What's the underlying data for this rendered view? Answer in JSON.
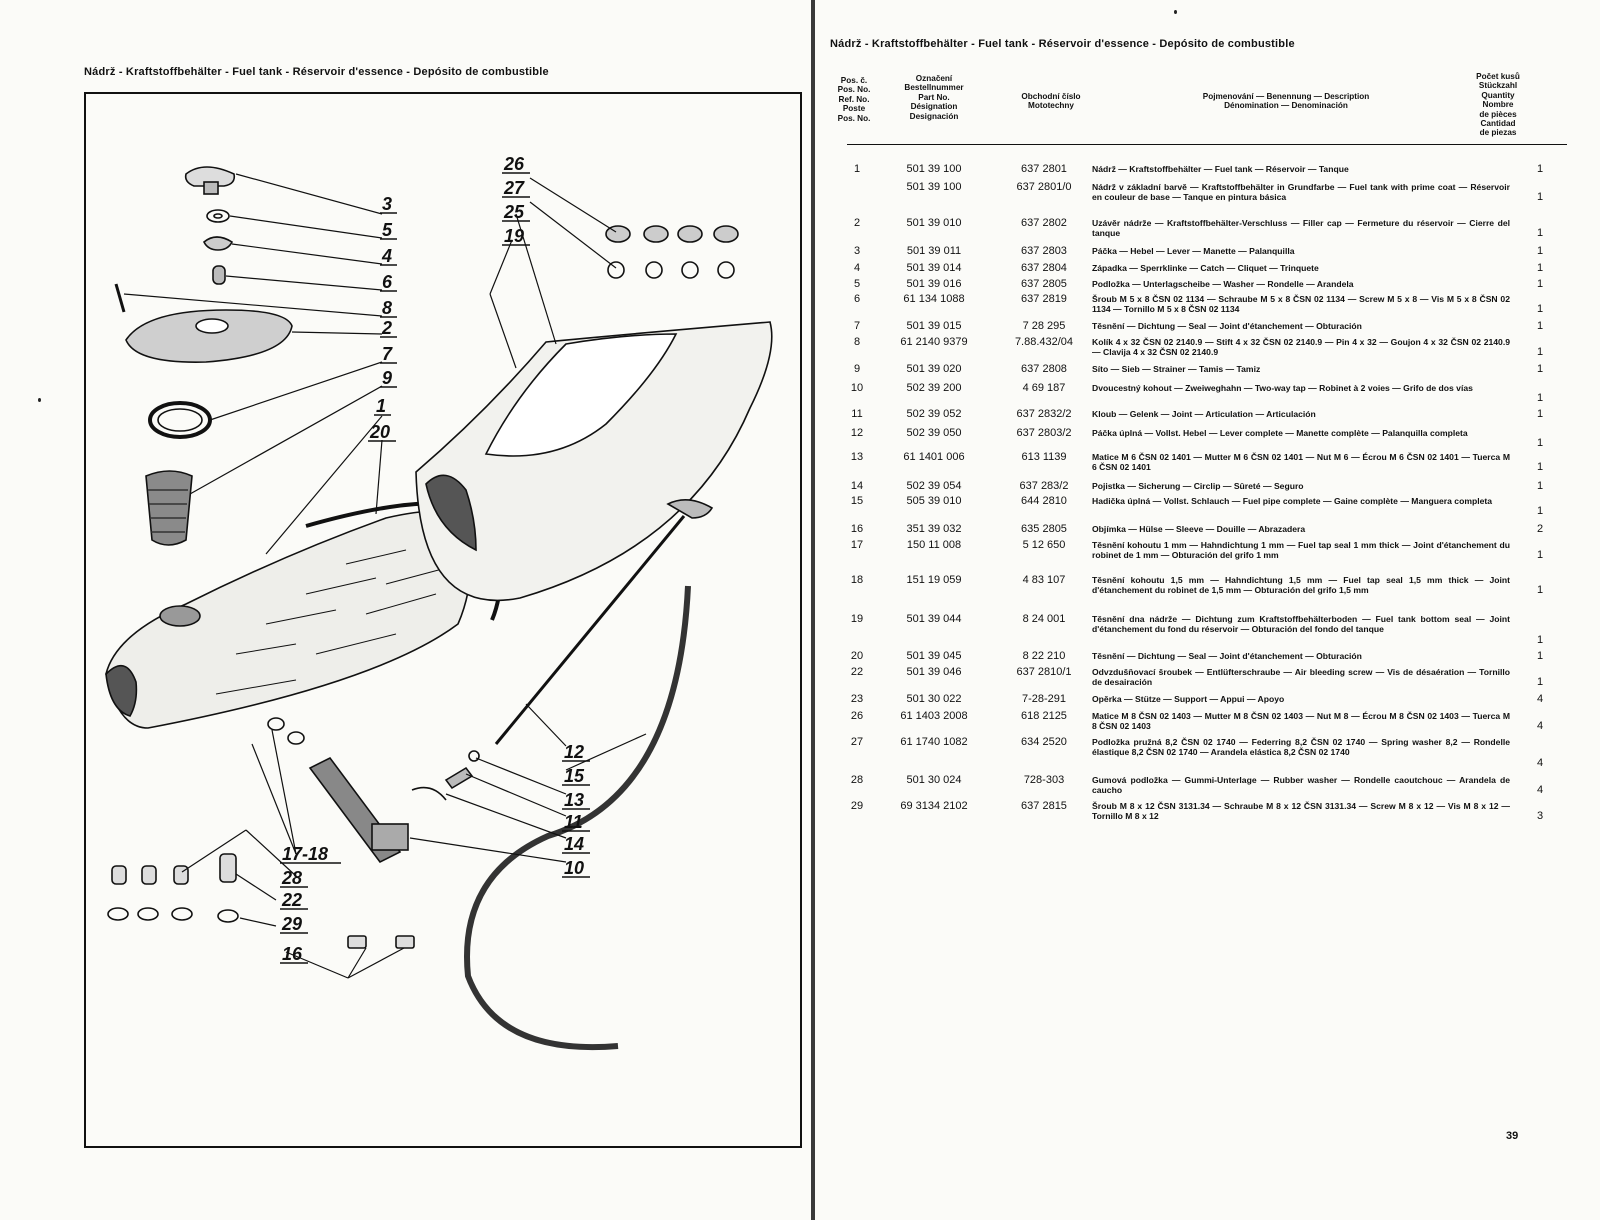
{
  "left_title": "Nádrž - Kraftstoffbehälter - Fuel tank - Réservoir d'essence - Depósito de combustible",
  "right_title": "Nádrž - Kraftstoffbehälter - Fuel tank - Réservoir d'essence - Depósito de combustible",
  "callouts": [
    "3",
    "5",
    "4",
    "6",
    "8",
    "2",
    "7",
    "9",
    "1",
    "20",
    "26",
    "27",
    "25",
    "19",
    "12",
    "15",
    "13",
    "11",
    "14",
    "10",
    "17-18",
    "28",
    "22",
    "29",
    "16"
  ],
  "headers": {
    "pos": "Pos. č.\nPos. No.\nRef. No.\nPoste\nPos. No.",
    "part": "Označení\nBestellnummer\nPart No.\nDésignation\nDesignación",
    "trade": "Obchodní číslo\nMototechny",
    "desc": "Pojmenování — Benennung — Description\nDénomination — Denominación",
    "qty": "Počet kusů\nStückzahl\nQuantity\nNombre\nde pièces\nCantidad\nde piezas"
  },
  "rows": [
    {
      "pos": "1",
      "part": "501 39 100",
      "trade": "637 2801",
      "desc": "Nádrž — Kraftstoffbehälter — Fuel tank — Réservoir — Tanque",
      "qty": "1"
    },
    {
      "pos": "",
      "part": "501 39 100",
      "trade": "637 2801/0",
      "desc": "Nádrž v základní barvě — Kraftstoffbehälter in Grundfarbe — Fuel tank with prime coat — Réservoir en couleur de base — Tanque en pintura básica",
      "qty": "1"
    },
    {
      "pos": "2",
      "part": "501 39 010",
      "trade": "637 2802",
      "desc": "Uzávěr nádrže — Kraftstoffbehälter-Verschluss — Filler cap — Fermeture du réservoir — Cierre del tanque",
      "qty": "1"
    },
    {
      "pos": "3",
      "part": "501 39 011",
      "trade": "637 2803",
      "desc": "Páčka — Hebel — Lever — Manette — Palanquilla",
      "qty": "1"
    },
    {
      "pos": "4",
      "part": "501 39 014",
      "trade": "637 2804",
      "desc": "Západka — Sperrklinke — Catch — Cliquet — Trinquete",
      "qty": "1"
    },
    {
      "pos": "5",
      "part": "501 39 016",
      "trade": "637 2805",
      "desc": "Podložka — Unterlagscheibe — Washer — Rondelle — Arandela",
      "qty": "1"
    },
    {
      "pos": "6",
      "part": "61 134 1088",
      "trade": "637 2819",
      "desc": "Šroub M 5 x 8 ČSN 02 1134 — Schraube M 5 x 8 ČSN 02 1134 — Screw M 5 x 8 — Vis M 5 x 8 ČSN 02 1134 — Tornillo M 5 x 8 ČSN 02 1134",
      "qty": "1"
    },
    {
      "pos": "7",
      "part": "501 39 015",
      "trade": "7 28 295",
      "desc": "Těsnění — Dichtung — Seal — Joint d'étanchement — Obturación",
      "qty": "1"
    },
    {
      "pos": "8",
      "part": "61 2140 9379",
      "trade": "7.88.432/04",
      "desc": "Kolík 4 x 32 ČSN 02 2140.9 — Stift 4 x 32 ČSN 02 2140.9 — Pin 4 x 32 — Goujon 4 x 32 ČSN 02 2140.9 — Clavija 4 x 32 ČSN 02 2140.9",
      "qty": "1"
    },
    {
      "pos": "9",
      "part": "501 39 020",
      "trade": "637 2808",
      "desc": "Síto — Sieb — Strainer — Tamis — Tamiz",
      "qty": "1"
    },
    {
      "pos": "10",
      "part": "502 39 200",
      "trade": "4 69 187",
      "desc": "Dvoucestný kohout — Zweiweghahn — Two-way tap — Robinet à 2 voies — Grifo de dos vías",
      "qty": "1"
    },
    {
      "pos": "11",
      "part": "502 39 052",
      "trade": "637 2832/2",
      "desc": "Kloub — Gelenk — Joint — Articulation — Articulación",
      "qty": "1"
    },
    {
      "pos": "12",
      "part": "502 39 050",
      "trade": "637 2803/2",
      "desc": "Páčka úplná — Vollst. Hebel — Lever complete — Manette complète — Palanquilla completa",
      "qty": "1"
    },
    {
      "pos": "13",
      "part": "61 1401 006",
      "trade": "613 1139",
      "desc": "Matice M 6 ČSN 02 1401 — Mutter M 6 ČSN 02 1401 — Nut M 6 — Écrou M 6 ČSN 02 1401 — Tuerca M 6 ČSN 02 1401",
      "qty": "1"
    },
    {
      "pos": "14",
      "part": "502 39 054",
      "trade": "637 283/2",
      "desc": "Pojistka — Sicherung — Circlip — Sûreté — Seguro",
      "qty": "1"
    },
    {
      "pos": "15",
      "part": "505 39 010",
      "trade": "644 2810",
      "desc": "Hadička úplná — Vollst. Schlauch — Fuel pipe complete — Gaine complète — Manguera completa",
      "qty": "1"
    },
    {
      "pos": "16",
      "part": "351 39 032",
      "trade": "635 2805",
      "desc": "Objímka — Hülse — Sleeve — Douille — Abrazadera",
      "qty": "2"
    },
    {
      "pos": "17",
      "part": "150 11 008",
      "trade": "5 12 650",
      "desc": "Těsnění kohoutu 1 mm — Hahndichtung 1 mm — Fuel tap seal 1 mm thick — Joint d'étanchement du robinet de 1 mm — Obturación del grifo 1 mm",
      "qty": "1"
    },
    {
      "pos": "18",
      "part": "151 19 059",
      "trade": "4 83 107",
      "desc": "Těsnění kohoutu 1,5 mm — Hahndichtung 1,5 mm — Fuel tap seal 1,5 mm thick — Joint d'étanchement du robinet de 1,5 mm — Obturación del grifo 1,5 mm",
      "qty": "1"
    },
    {
      "pos": "19",
      "part": "501 39 044",
      "trade": "8 24 001",
      "desc": "Těsnění dna nádrže — Dichtung zum Kraftstoffbehälterboden — Fuel tank bottom seal — Joint d'étanchement du fond du réservoir — Obturación del fondo del tanque",
      "qty": "1"
    },
    {
      "pos": "20",
      "part": "501 39 045",
      "trade": "8 22 210",
      "desc": "Těsnění — Dichtung — Seal — Joint d'étanchement — Obturación",
      "qty": "1"
    },
    {
      "pos": "22",
      "part": "501 39 046",
      "trade": "637 2810/1",
      "desc": "Odvzdušňovací šroubek — Entlüfterschraube — Air bleeding screw — Vis de désaération — Tornillo de desairación",
      "qty": "1"
    },
    {
      "pos": "23",
      "part": "501 30 022",
      "trade": "7-28-291",
      "desc": "Opěrka — Stütze — Support — Appui — Apoyo",
      "qty": "4"
    },
    {
      "pos": "26",
      "part": "61 1403 2008",
      "trade": "618 2125",
      "desc": "Matice M 8 ČSN 02 1403 — Mutter M 8 ČSN 02 1403 — Nut M 8 — Écrou M 8 ČSN 02 1403 — Tuerca M 8 ČSN 02 1403",
      "qty": "4"
    },
    {
      "pos": "27",
      "part": "61 1740 1082",
      "trade": "634 2520",
      "desc": "Podložka pružná 8,2 ČSN 02 1740 — Federring 8,2 ČSN 02 1740 — Spring washer 8,2 — Rondelle élastique 8,2 ČSN 02 1740 — Arandela elástica 8,2 ČSN 02 1740",
      "qty": "4"
    },
    {
      "pos": "28",
      "part": "501 30 024",
      "trade": "728-303",
      "desc": "Gumová podložka — Gummi-Unterlage — Rubber washer — Rondelle caoutchouc — Arandela de caucho",
      "qty": "4"
    },
    {
      "pos": "29",
      "part": "69 3134 2102",
      "trade": "637 2815",
      "desc": "Šroub M 8 x 12 ČSN 3131.34 — Schraube M 8 x 12 ČSN 3131.34 — Screw M 8 x 12 — Vis M 8 x 12 — Tornillo M 8 x 12",
      "qty": "3"
    }
  ],
  "page_number": "39"
}
